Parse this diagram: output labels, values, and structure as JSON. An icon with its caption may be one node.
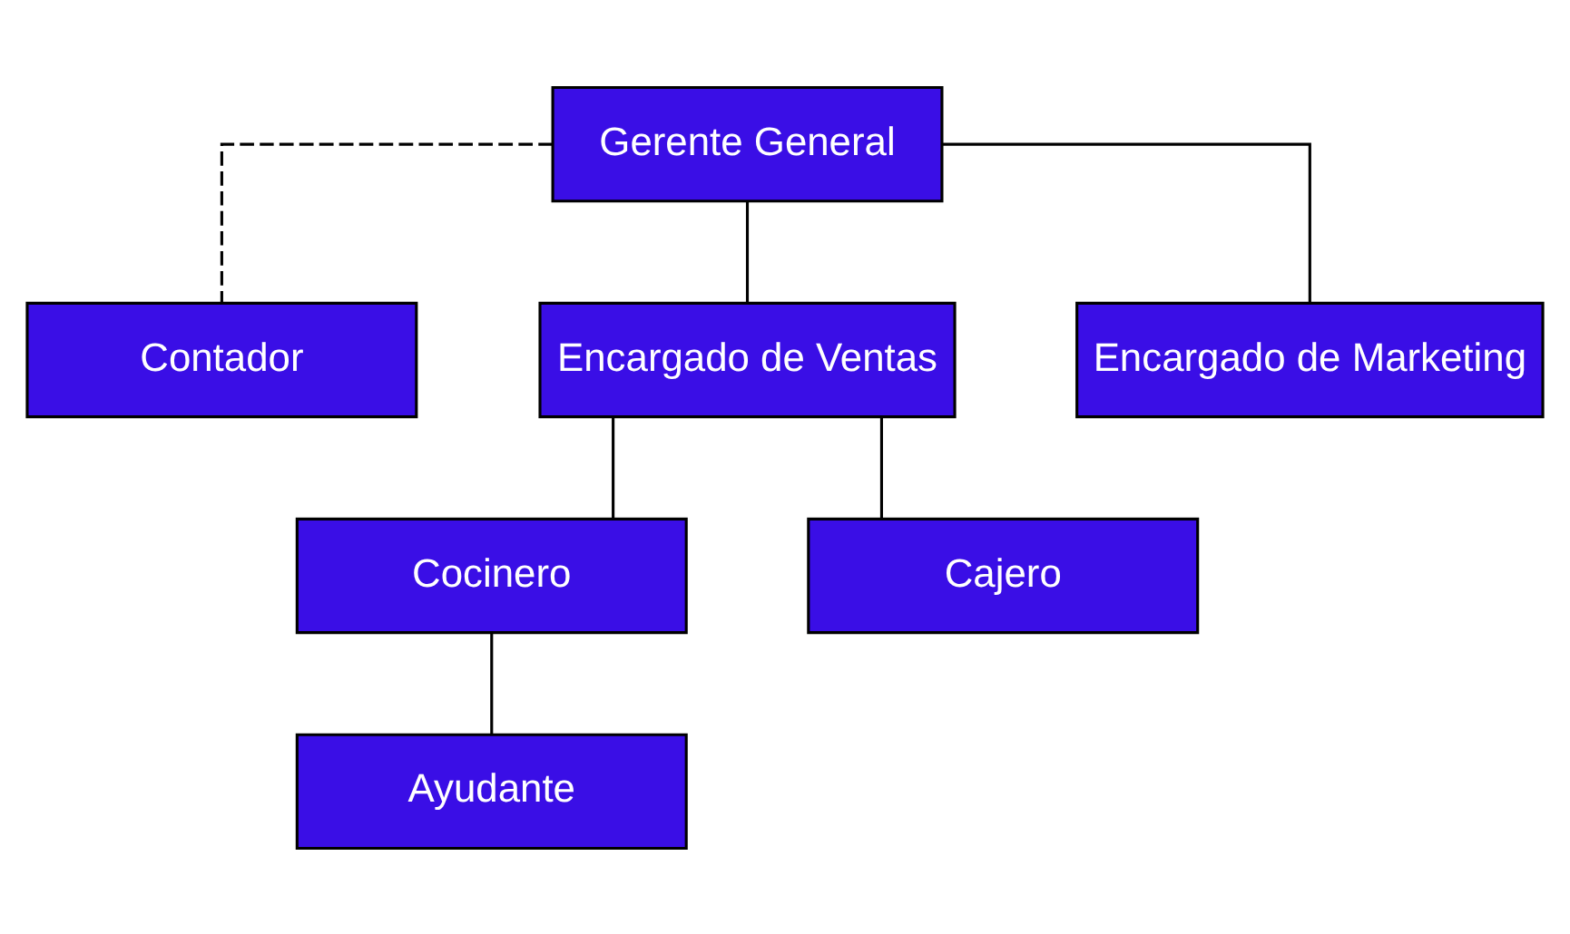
{
  "diagram": {
    "nodes": [
      {
        "text": [
          "Gerente General"
        ]
      },
      {
        "text": [
          "Contador"
        ]
      },
      {
        "text": [
          "Encargado de Ventas"
        ]
      },
      {
        "text": [
          "Encargado de Marketing"
        ]
      },
      {
        "text": [
          "Cocinero"
        ]
      },
      {
        "text": [
          "Cajero"
        ]
      },
      {
        "text": [
          "Ayudante"
        ]
      }
    ],
    "edges": [
      {
        "from": 0,
        "to": 1,
        "arrow": "none",
        "style": "dashed"
      },
      {
        "from": 0,
        "to": 2,
        "arrow": "none"
      },
      {
        "from": 0,
        "to": 3,
        "arrow": "none"
      },
      {
        "from": 2,
        "to": 4,
        "arrow": "none"
      },
      {
        "from": 2,
        "to": 5,
        "arrow": "none"
      },
      {
        "from": 4,
        "to": 6,
        "arrow": "none"
      }
    ]
  }
}
